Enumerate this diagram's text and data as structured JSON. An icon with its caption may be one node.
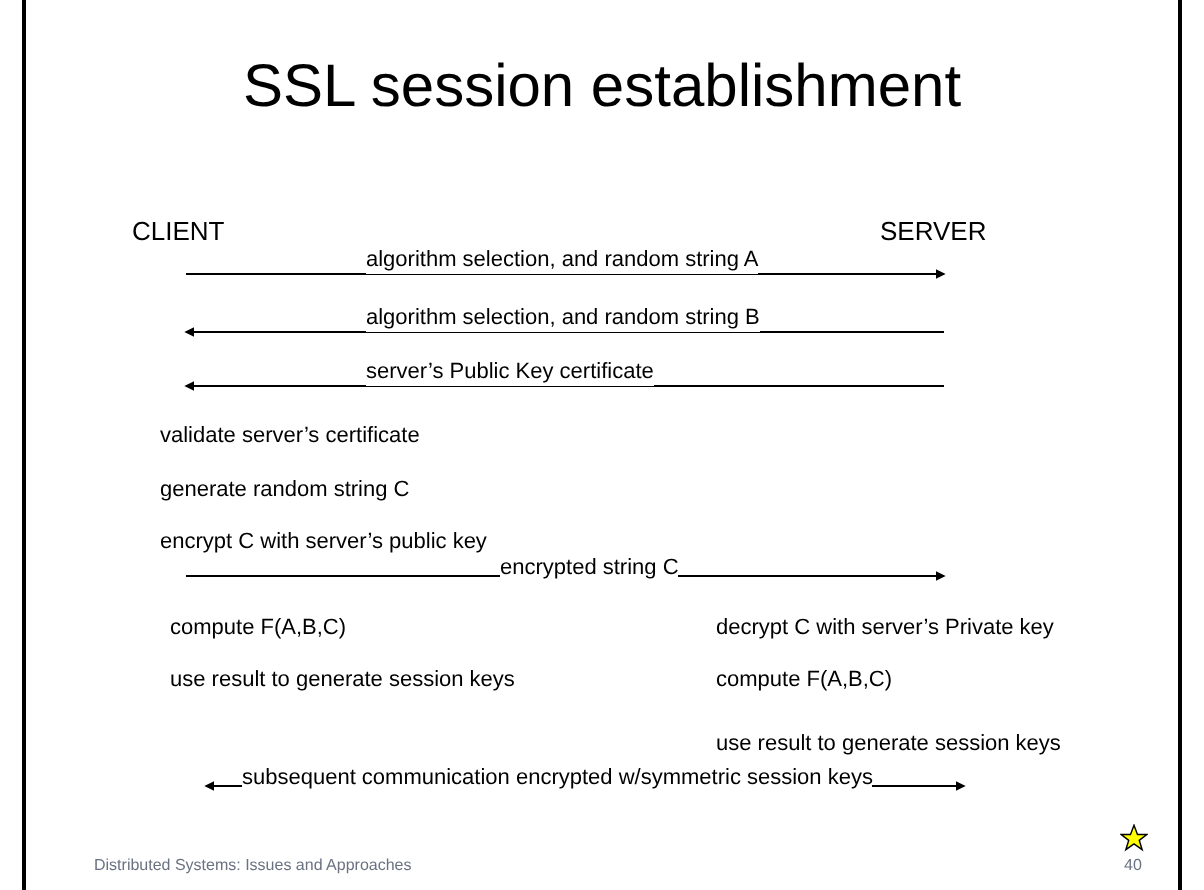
{
  "diagram": {
    "title": "SSL session establishment",
    "nodes": [
      {
        "text": [
          "CLIENT"
        ]
      },
      {
        "text": [
          "SERVER"
        ]
      },
      {
        "text": [
          "encrypt C with server’s public key"
        ]
      },
      {
        "text": [
          "use result to generate session keys"
        ]
      }
    ],
    "edges": [
      {
        "from": 0,
        "to": 1,
        "arrow": "to",
        "label": "algorithm selection, and random string A"
      },
      {
        "from": 1,
        "to": 0,
        "arrow": "to",
        "label": "algorithm selection, and random string B"
      },
      {
        "from": 1,
        "to": 0,
        "arrow": "to",
        "label": "server’s Public Key certificate"
      },
      {
        "from": 2,
        "to": null,
        "arrow": "to",
        "label": "encrypted string C"
      },
      {
        "from": null,
        "to": 3,
        "arrow": "both",
        "label": "subsequent communication encrypted w/symmetric session keys"
      }
    ],
    "labels": [
      "validate server’s certificate",
      "generate random string C",
      "compute F(A,B,C)",
      "decrypt C with server’s Private key",
      "use result to generate session keys",
      "compute F(A,B,C)",
      "Distributed Systems: Issues and Approaches",
      "40"
    ]
  }
}
